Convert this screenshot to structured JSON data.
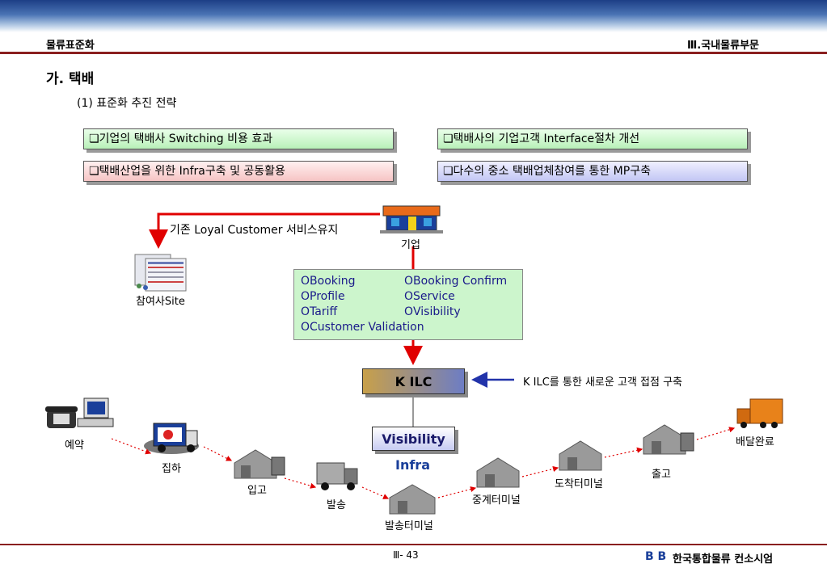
{
  "header": {
    "left": "물류표준화",
    "right": "Ⅲ.국내물류부문"
  },
  "section": {
    "title": "가. 택배",
    "subtitle": "(1) 표준화 추진 전략"
  },
  "strategies": [
    "❏기업의 택배사 Switching 비용 효과",
    "❏택배사의 기업고객 Interface절차 개선",
    "❏택배산업을 위한 Infra구축 및 공동활용",
    "❏다수의 중소 택배업체참여를 통한 MP구축"
  ],
  "diagram": {
    "company_label": "기업",
    "loyal_text": "기존 Loyal Customer 서비스유지",
    "site_label": "참여사Site",
    "services": [
      "ΟBooking",
      "ΟBooking Confirm",
      "ΟProfile",
      "ΟService",
      "ΟTariff",
      "ΟVisibility",
      "ΟCustomer Validation"
    ],
    "kilc_label": "K ILC",
    "kilc_note": "K ILC를 통한 새로운 고객 접점 구축",
    "visibility_label": "Visibility",
    "infra_label": "Infra",
    "flow": [
      "예약",
      "집하",
      "입고",
      "발송",
      "발송터미널",
      "중계터미널",
      "도착터미널",
      "출고",
      "배달완료"
    ]
  },
  "footer": {
    "page": "Ⅲ- 43",
    "logo": "B B",
    "company": "한국통합물류 컨소시엄"
  },
  "colors": {
    "accent_red": "#8a1f1f",
    "arrow_red": "#e00000",
    "arrow_blue": "#2233aa"
  }
}
